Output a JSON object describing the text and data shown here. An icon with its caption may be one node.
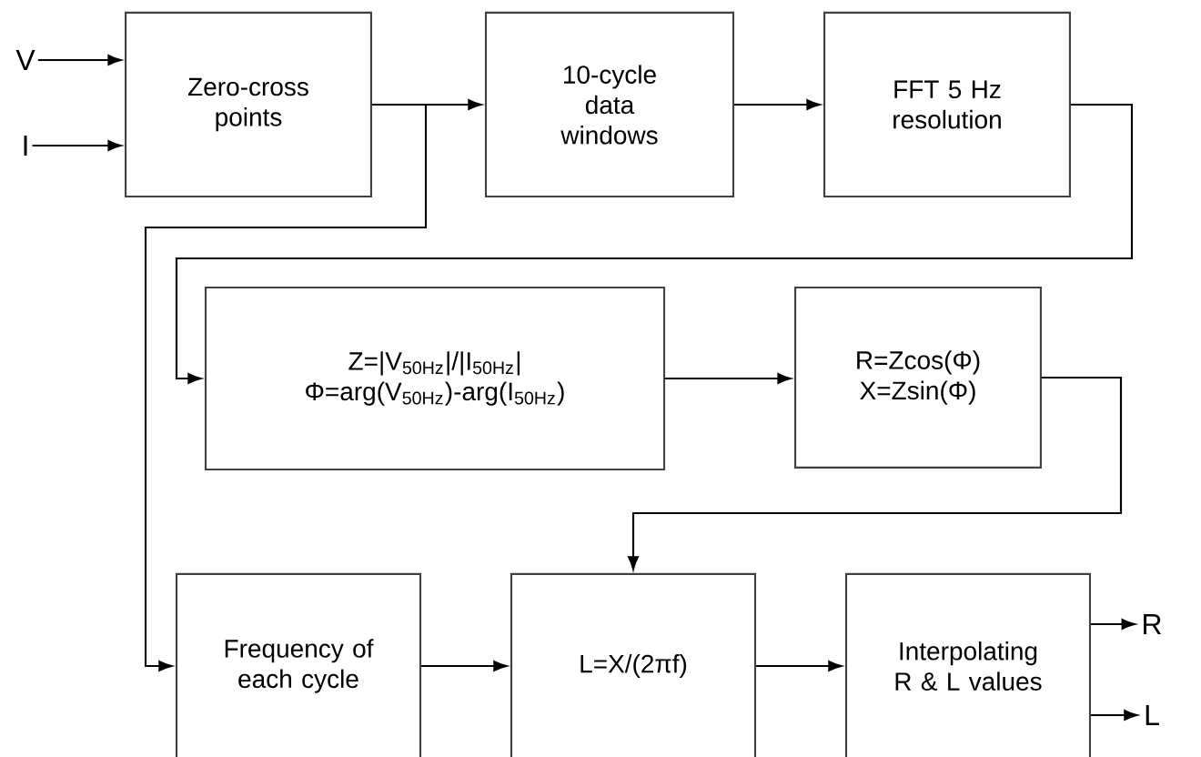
{
  "diagram": {
    "nodes": [
      {
        "text": [
          "V"
        ]
      },
      {
        "text": [
          "I"
        ]
      },
      {
        "text": [
          "Zero-cross points"
        ]
      },
      {
        "text": [
          "10-cycle data windows"
        ]
      },
      {
        "text": [
          "FFT 5 Hz resolution"
        ]
      },
      {
        "text": [
          "Z=|V$_{50Hz}$|/|I$_{50Hz}$| Φ=arg(V$_{50Hz}$)-arg(I$_{50Hz}$)"
        ]
      },
      {
        "text": [
          "R=Zcos(Φ) X=Zsin(Φ)"
        ]
      },
      {
        "text": [
          "Frequency of each cycle"
        ]
      },
      {
        "text": [
          "L=X/(2πf)"
        ]
      },
      {
        "text": [
          "Interpolating R & L values"
        ]
      },
      {
        "text": [
          "R"
        ]
      },
      {
        "text": [
          "L"
        ]
      }
    ],
    "edges": [
      {
        "from": 0,
        "to": 2,
        "arrow": "to"
      },
      {
        "from": 1,
        "to": 2,
        "arrow": "to"
      },
      {
        "from": 2,
        "to": 3,
        "arrow": "to"
      },
      {
        "from": 3,
        "to": 4,
        "arrow": "to"
      },
      {
        "from": 4,
        "to": 5,
        "arrow": "to"
      },
      {
        "from": 5,
        "to": 6,
        "arrow": "to"
      },
      {
        "from": 6,
        "to": 8,
        "arrow": "to"
      },
      {
        "from": 2,
        "to": 7,
        "arrow": "to"
      },
      {
        "from": 7,
        "to": 8,
        "arrow": "to"
      },
      {
        "from": 8,
        "to": 9,
        "arrow": "to"
      },
      {
        "from": 9,
        "to": 10,
        "arrow": "to"
      },
      {
        "from": 9,
        "to": 11,
        "arrow": "to"
      }
    ]
  }
}
